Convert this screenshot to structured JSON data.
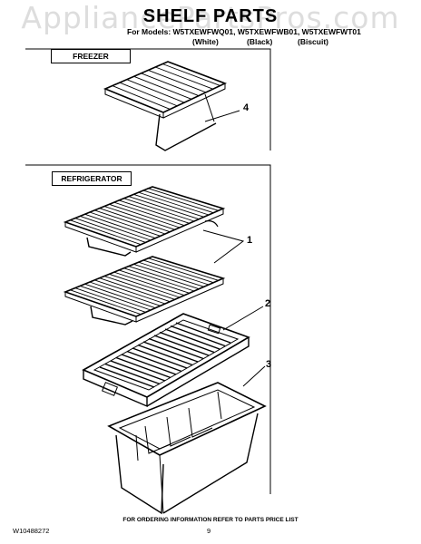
{
  "watermark": "AppliancePartsPros.com",
  "header": {
    "title": "SHELF PARTS",
    "models_line": "For Models: W5TXEWFWQ01, W5TXEWFWB01, W5TXEWFWT01",
    "colors": [
      "(White)",
      "(Black)",
      "(Biscuit)"
    ]
  },
  "sections": {
    "freezer": "FREEZER",
    "refrigerator": "REFRIGERATOR"
  },
  "callouts": [
    "4",
    "1",
    "2",
    "3"
  ],
  "footer": {
    "ordering_info": "FOR ORDERING INFORMATION REFER TO PARTS PRICE LIST",
    "document_number": "W10488272",
    "page_number": "9"
  },
  "colors": {
    "ink": "#000000",
    "watermark": "#969696",
    "background": "#ffffff"
  }
}
